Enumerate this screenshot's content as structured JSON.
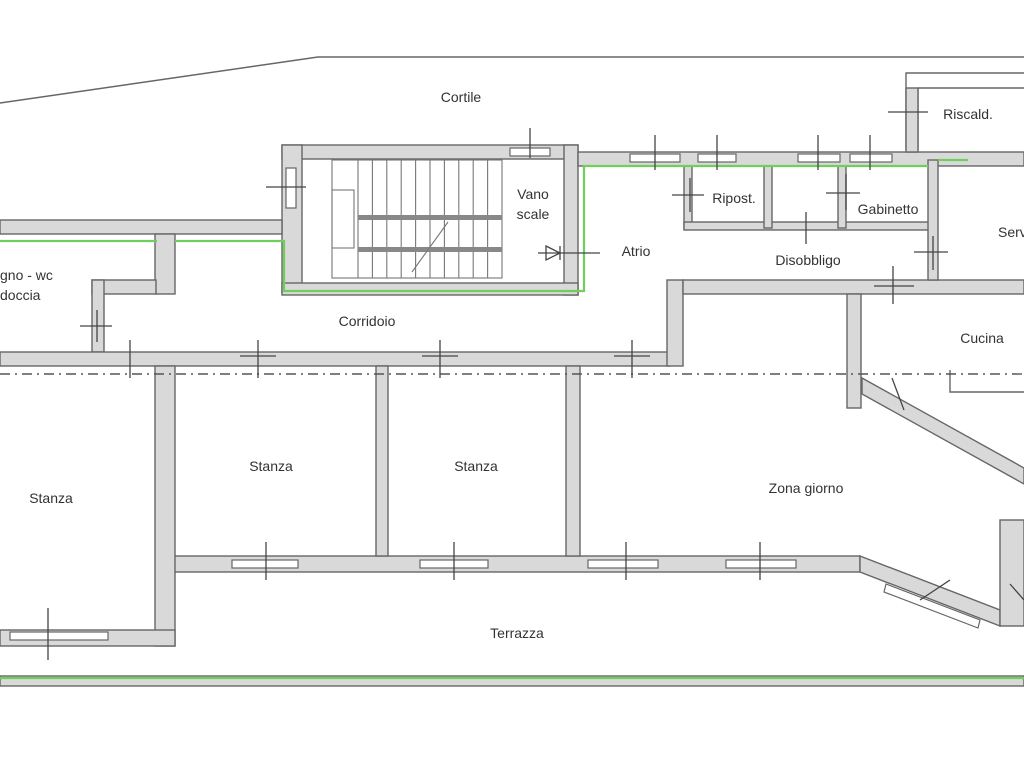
{
  "colors": {
    "boundary": "#6fcf5a",
    "wall_fill": "#d9d9d9",
    "line": "#666666"
  },
  "rooms": {
    "cortile": "Cortile",
    "riscald": "Riscald.",
    "vano": "Vano",
    "scale": "scale",
    "atrio": "Atrio",
    "ripost": "Ripost.",
    "gabinetto": "Gabinetto",
    "servizi": "Serv",
    "disobbligo": "Disobbligo",
    "bagno_wc": "gno - wc",
    "bagno_doccia": "doccia",
    "corridoio": "Corridoio",
    "cucina": "Cucina",
    "stanza_left": "Stanza",
    "stanza_2": "Stanza",
    "stanza_3": "Stanza",
    "zona_giorno": "Zona giorno",
    "terrazza": "Terrazza"
  }
}
